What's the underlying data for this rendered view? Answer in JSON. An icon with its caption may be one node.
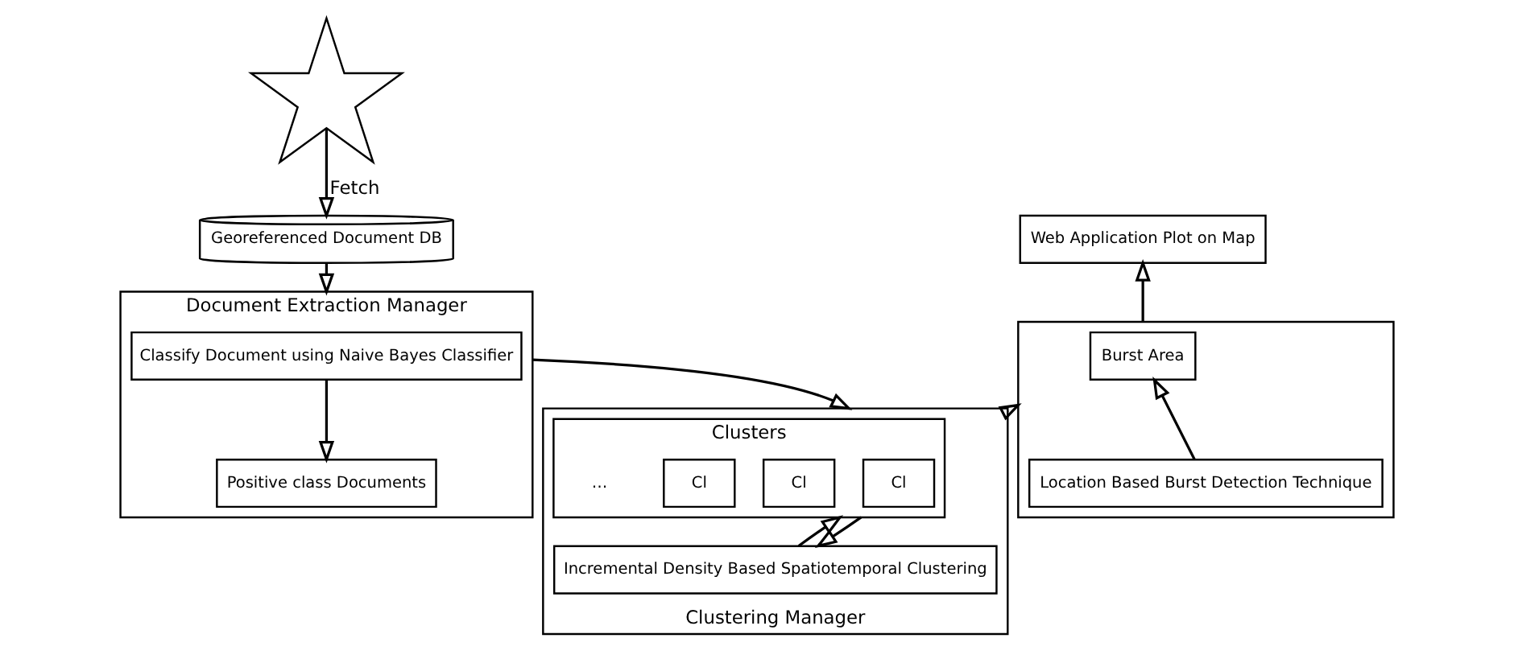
{
  "diagram": {
    "nodes": [
      {
        "text": [],
        "shape": "star"
      },
      {
        "text": [
          "Georeferenced Document DB"
        ]
      },
      {
        "text": [
          "Document Extraction Manager"
        ]
      },
      {
        "text": [
          "Classify Document using Naive Bayes Classifier"
        ],
        "in": 2
      },
      {
        "text": [
          "Positive class Documents"
        ],
        "in": 2
      },
      {
        "text": [
          "Web Application Plot on Map"
        ]
      },
      {
        "text": [],
        "shape": "box"
      },
      {
        "text": [
          "Burst Area"
        ],
        "in": 6
      },
      {
        "text": [
          "Location Based Burst Detection Technique"
        ],
        "in": 6
      },
      {
        "text": [
          "Clustering Manager"
        ]
      },
      {
        "text": [
          "Clusters"
        ],
        "in": 9
      },
      {
        "text": [
          "Cl"
        ],
        "in": 10
      },
      {
        "text": [
          "Cl"
        ],
        "in": 10
      },
      {
        "text": [
          "Cl"
        ],
        "in": 10
      },
      {
        "text": [
          "Incremental Density Based Spatiotemporal Clustering"
        ],
        "in": 9
      }
    ],
    "edges": [
      {
        "from": 0,
        "to": 1,
        "arrow": "to",
        "label": "Fetch"
      },
      {
        "from": 1,
        "to": 2,
        "arrow": "to"
      },
      {
        "from": 3,
        "to": 4,
        "arrow": "to"
      },
      {
        "from": 2,
        "to": 9,
        "arrow": "to"
      },
      {
        "from": 14,
        "to": 10,
        "arrow": "to"
      },
      {
        "from": 10,
        "to": 14,
        "arrow": "to"
      },
      {
        "from": 9,
        "to": 6,
        "arrow": "to"
      },
      {
        "from": 8,
        "to": 7,
        "arrow": "to"
      },
      {
        "from": 6,
        "to": 5,
        "arrow": "to"
      }
    ],
    "labels": [
      "…"
    ]
  }
}
